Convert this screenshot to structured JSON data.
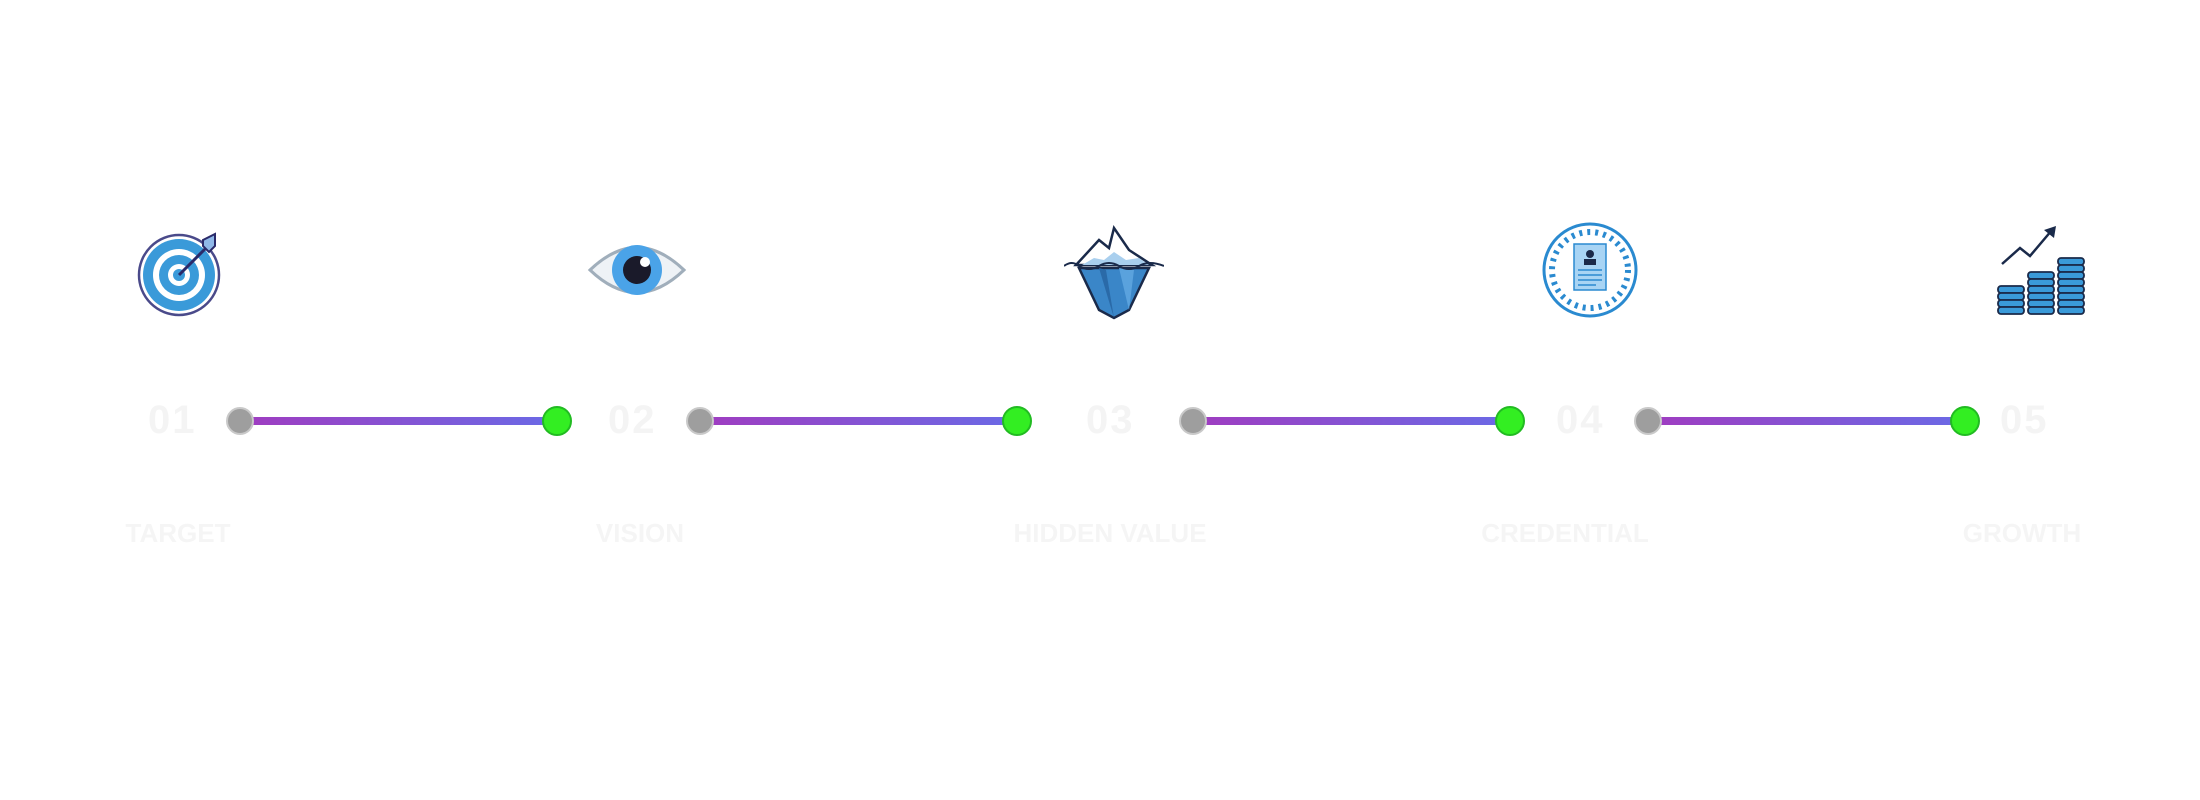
{
  "steps": [
    {
      "number": "01",
      "label": "TARGET",
      "icon": "target-icon"
    },
    {
      "number": "02",
      "label": "VISION",
      "icon": "eye-icon"
    },
    {
      "number": "03",
      "label": "HIDDEN VALUE",
      "icon": "iceberg-icon"
    },
    {
      "number": "04",
      "label": "CREDENTIAL",
      "icon": "certificate-icon"
    },
    {
      "number": "05",
      "label": "GROWTH",
      "icon": "coins-growth-icon"
    }
  ],
  "colors": {
    "connector_start": "#a03cc0",
    "connector_end": "#6a6ae6",
    "dot_start": "#9e9e9e",
    "dot_end": "#33ee22",
    "icon_blue": "#3a9ad9",
    "icon_dark": "#1a2a4a"
  }
}
